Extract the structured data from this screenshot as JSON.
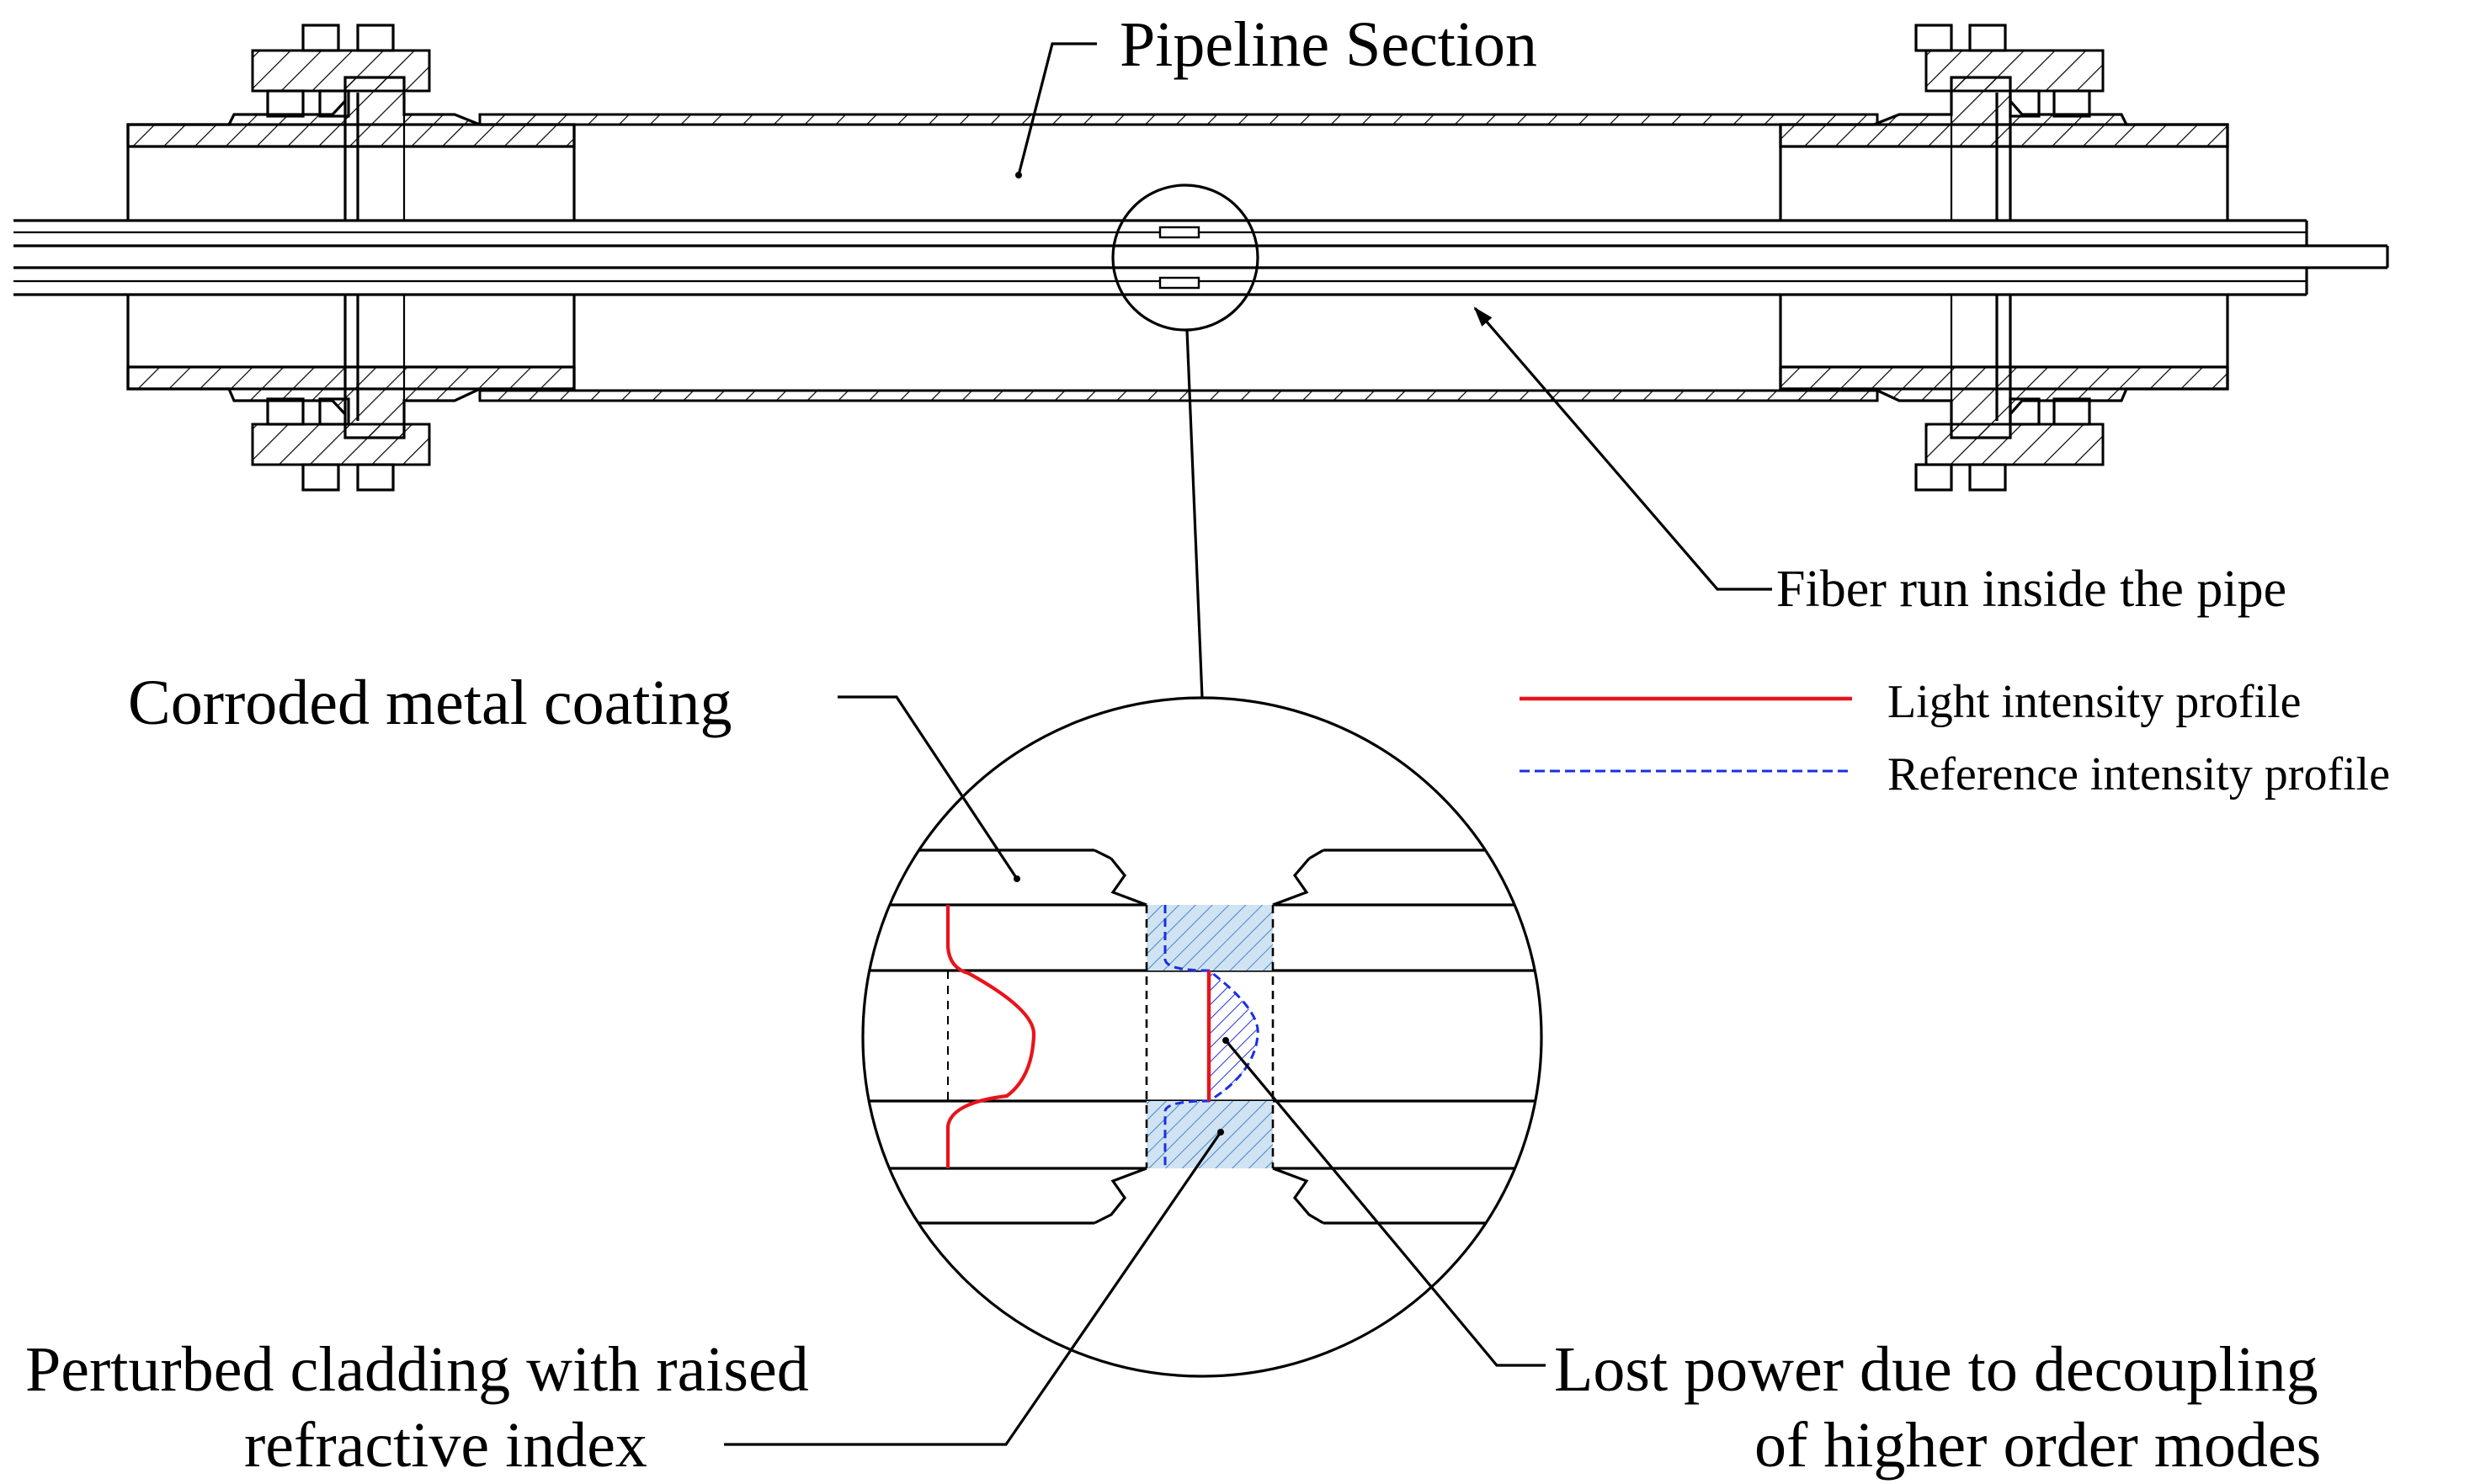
{
  "labels": {
    "pipeline_section": "Pipeline Section",
    "fiber_run": "Fiber run inside the pipe",
    "corroded_coating": "Corroded metal coating",
    "perturbed_cladding_line1": "Perturbed cladding with raised",
    "perturbed_cladding_line2": "refractive index",
    "lost_power_line1": "Lost power due to decoupling",
    "lost_power_line2": "of higher order modes"
  },
  "legend": {
    "items": [
      {
        "label": "Light intensity profile",
        "color": "#e8141c",
        "style": "solid"
      },
      {
        "label": "Reference intensity profile",
        "color": "#1a2ee6",
        "style": "dashed"
      }
    ]
  },
  "colors": {
    "line": "#000000",
    "hatch_fill": "#cfe3f3",
    "hatch_stroke": "#4a86c8",
    "light_profile": "#e8141c",
    "reference_profile": "#1a2ee6"
  }
}
